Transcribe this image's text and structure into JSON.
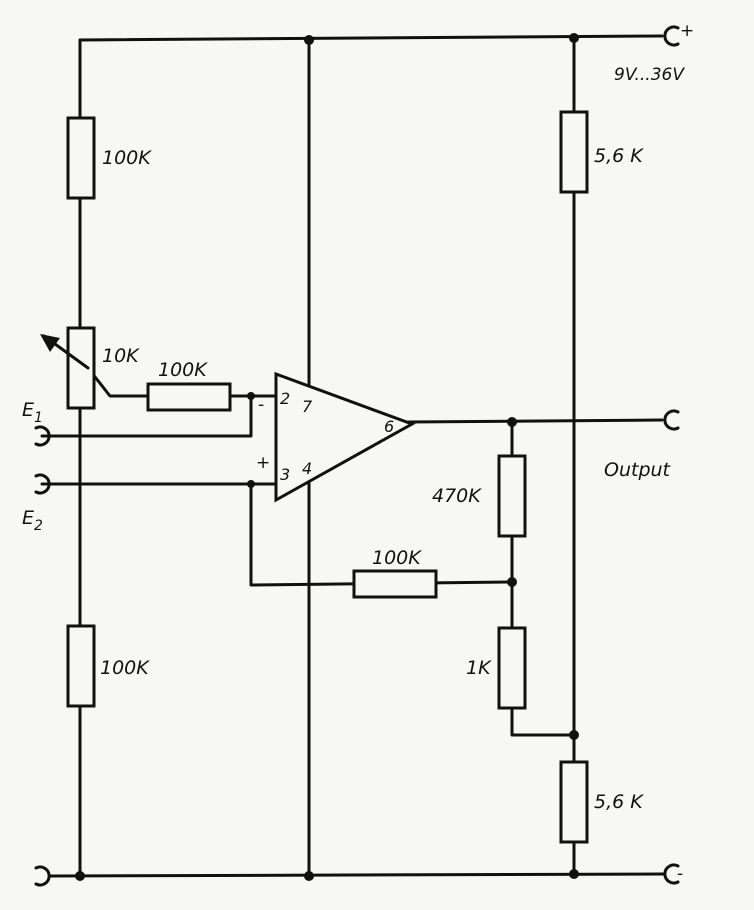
{
  "supply": {
    "voltage": "9V...36V",
    "plus": "+",
    "minus": "-"
  },
  "resistors": {
    "r_divider_top": "100K",
    "r_pot": "10K",
    "r_input": "100K",
    "r_divider_bottom": "100K",
    "r_feedback": "100K",
    "r_470k": "470K",
    "r_1k": "1K",
    "r_supply_top": "5,6 K",
    "r_supply_bottom": "5,6 K"
  },
  "opamp": {
    "pin2": "2",
    "pin3": "3",
    "pin4": "4",
    "pin6": "6",
    "pin7": "7",
    "inv_sign": "-",
    "noninv_sign": "+"
  },
  "inputs": {
    "e1_letter": "E",
    "e1_sub": "1",
    "e2_letter": "E",
    "e2_sub": "2"
  },
  "output_label": "Output"
}
